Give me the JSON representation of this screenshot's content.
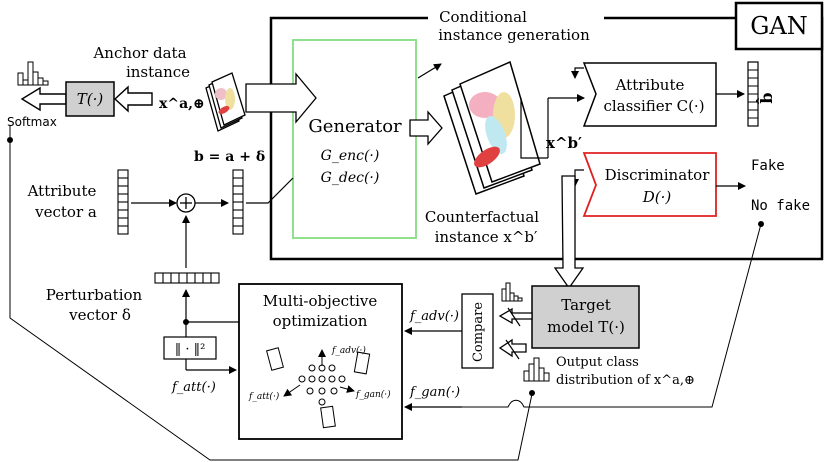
{
  "gan": {
    "label": "GAN",
    "section_title_line1": "Conditional",
    "section_title_line2": "instance generation",
    "generator": {
      "title": "Generator",
      "encoder": "G_enc(·)",
      "decoder": "G_dec(·)"
    },
    "counterfactual_line1": "Counterfactual",
    "counterfactual_line2": "instance x^b′",
    "xb_label": "x^b′",
    "attribute_classifier_line1": "Attribute",
    "attribute_classifier_line2": "classifier C(·)",
    "b_hat": "b̂",
    "discriminator_line1": "Discriminator",
    "discriminator_line2": "D(·)",
    "fake_label": "Fake",
    "no_fake_label": "No fake"
  },
  "left": {
    "anchor_line1": "Anchor data",
    "anchor_line2": "instance",
    "anchor_symbol": "x^a,⊕",
    "t_box": "T(·)",
    "softmax": "Softmax",
    "b_equation": "b = a + δ",
    "attribute_line1": "Attribute",
    "attribute_line2": "vector a",
    "perturbation_line1": "Perturbation",
    "perturbation_line2": "vector δ"
  },
  "optimization": {
    "title_line1": "Multi-objective",
    "title_line2": "optimization",
    "norm": "‖ · ‖²",
    "f_att": "f_att(·)",
    "f_adv": "f_adv(·)",
    "f_gan": "f_gan(·)",
    "inner_adv": "f_adv(·)",
    "inner_att": "f_att(·)",
    "inner_gan": "f_gan(·)"
  },
  "target": {
    "compare": "Compare",
    "model_line1": "Target",
    "model_line2": "model T(·)",
    "output_line1": "Output class",
    "output_line2": "distribution of x^a,⊕"
  },
  "colors": {
    "generator_border": "#90e090",
    "discriminator_border": "#e02020",
    "gray_box": "#d0d0d0"
  }
}
